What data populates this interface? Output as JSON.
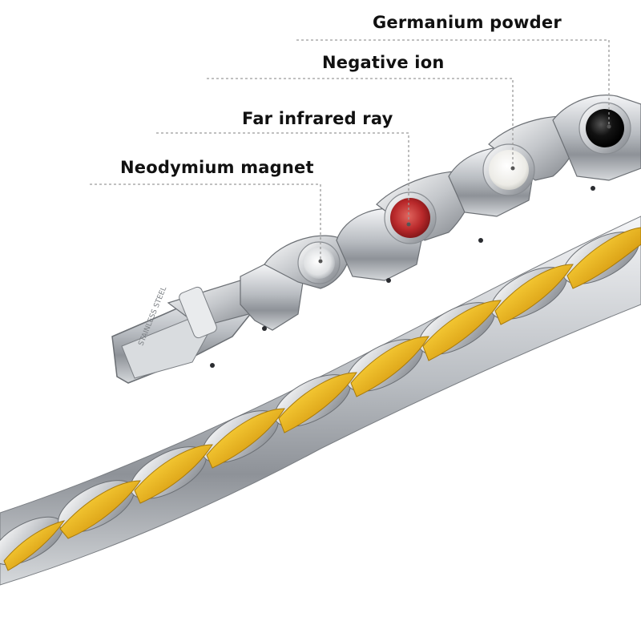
{
  "callouts": {
    "germanium": "Germanium powder",
    "negative_ion": "Negative ion",
    "far_infrared": "Far infrared ray",
    "neodymium": "Neodymium magnet"
  },
  "clasp_engraving": "STAINLESS STEEL",
  "colors": {
    "background": "#ffffff",
    "steel": "#c9ccd0",
    "gold": "#e8b21c",
    "far_infrared_stone": "#b8282a",
    "germanium_stone": "#121212",
    "negative_ion_stone": "#f4f4f2",
    "callout_line": "#9a9a9a"
  }
}
